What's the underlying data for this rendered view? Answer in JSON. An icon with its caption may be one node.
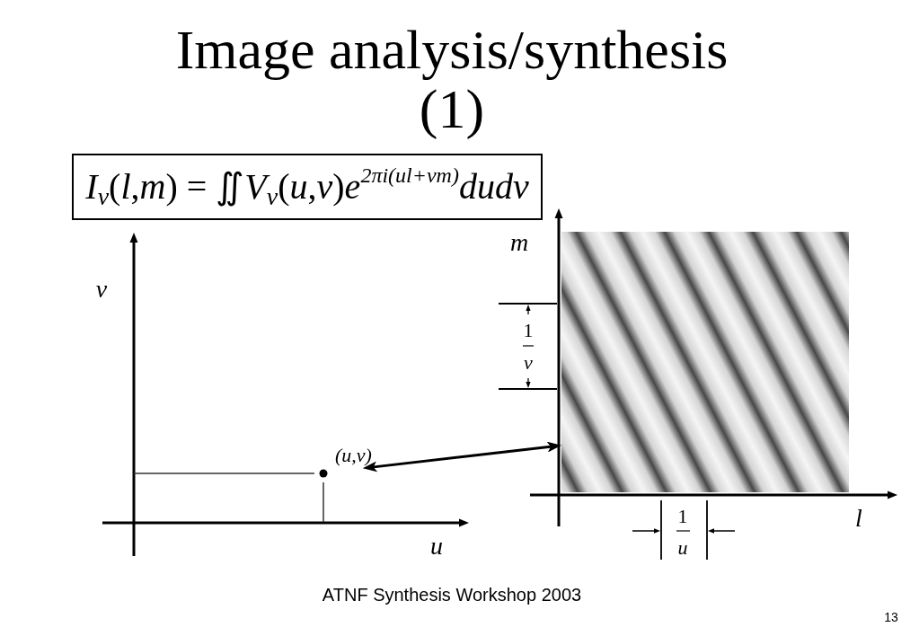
{
  "diagram": {
    "title": "Image analysis/synthesis (1)",
    "caption": "ATNF Synthesis Workshop 2003",
    "nodes": [
      {
        "text": [
          "*I*$_{ν}$(*l*,*m*) = ∬*V*$_{ν}$(*u*,*v*)*e*$^{2πi(ul+vm)}$*dudv*"
        ]
      },
      {
        "text": [
          "(u,v)"
        ]
      },
      {
        "text": [],
        "shape": "picture"
      }
    ],
    "edges": [
      {
        "from": 1,
        "to": 2,
        "arrow": "both"
      }
    ],
    "labels": [
      "v",
      "u",
      "m",
      "1",
      "v",
      "l",
      "1",
      "u",
      "13"
    ]
  }
}
